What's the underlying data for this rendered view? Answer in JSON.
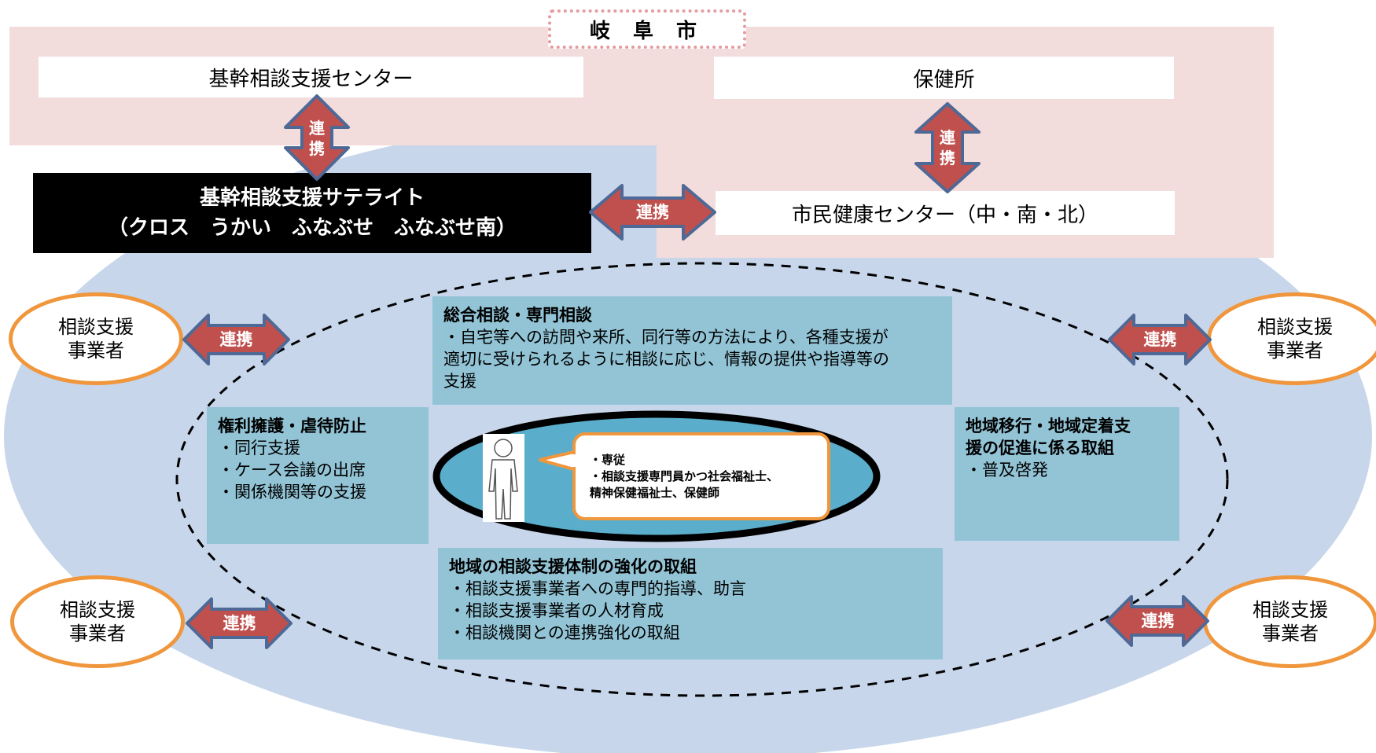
{
  "city": "岐 阜 市",
  "core_center": "基幹相談支援センター",
  "health_office": "保健所",
  "satellite": {
    "line1": "基幹相談支援サテライト",
    "line2": "（クロス　うかい　ふなぶせ　ふなぶせ南）"
  },
  "civic_health_center": "市民健康センター（中・南・北）",
  "renkei_vertical": [
    "連",
    "携"
  ],
  "renkei": "連携",
  "comprehensive": {
    "title": "総合相談・専門相談",
    "body": [
      "・自宅等への訪問や来所、同行等の方法により、各種支援が",
      "適切に受けられるように相談に応じ、情報の提供や指導等の",
      "支援"
    ]
  },
  "advocacy": {
    "title": "権利擁護・虐待防止",
    "items": [
      "・同行支援",
      "・ケース会議の出席",
      "・関係機関等の支援"
    ]
  },
  "transition": {
    "title_lines": [
      "地域移行・地域定着支",
      "援の促進に係る取組"
    ],
    "items": [
      "・普及啓発"
    ]
  },
  "regional": {
    "title": "地域の相談支援体制の強化の取組",
    "items": [
      "・相談支援事業者への専門的指導、助言",
      "・相談支援事業者の人材育成",
      "・相談機関との連携強化の取組"
    ]
  },
  "staff_bubble": [
    "・専従",
    "・相談支援専門員かつ社会福祉士、",
    "精神保健福祉士、保健師"
  ],
  "provider": [
    "相談支援",
    "事業者"
  ],
  "colors": {
    "pink_band": "#f2dcdc",
    "outer_ellipse": "#c7d6ea",
    "teal_box": "#92c4d6",
    "arrow_red": "#c0504d",
    "arrow_border": "#4f6996",
    "orange": "#f0963c"
  }
}
